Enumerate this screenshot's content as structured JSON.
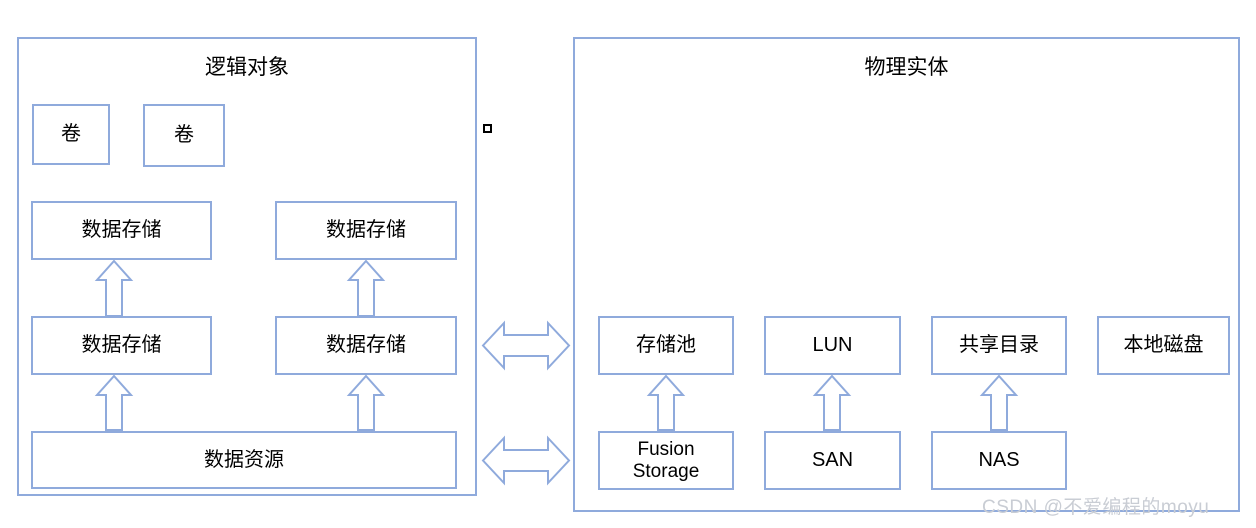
{
  "diagram": {
    "title_left": "逻辑对象",
    "title_right": "物理实体",
    "accent_color": "#8FAADC",
    "background_color": "#FFFFFF",
    "text_color": "#000000",
    "watermark": "CSDN @不爱编程的moyu"
  },
  "logical": {
    "panel_label": "逻辑对象",
    "volumes": [
      {
        "label": "卷"
      },
      {
        "label": "卷"
      }
    ],
    "datastores_upper": [
      {
        "label": "数据存储"
      },
      {
        "label": "数据存储"
      }
    ],
    "datastores_lower": [
      {
        "label": "数据存储"
      },
      {
        "label": "数据存储"
      }
    ],
    "data_resource": {
      "label": "数据资源"
    }
  },
  "physical": {
    "panel_label": "物理实体",
    "resources": [
      {
        "label": "存储池"
      },
      {
        "label": "LUN"
      },
      {
        "label": "共享目录"
      },
      {
        "label": "本地磁盘"
      }
    ],
    "backends": [
      {
        "label": "Fusion\nStorage",
        "line1": "Fusion",
        "line2": "Storage"
      },
      {
        "label": "SAN",
        "line1": "SAN",
        "line2": ""
      },
      {
        "label": "NAS",
        "line1": "NAS",
        "line2": ""
      }
    ]
  },
  "connectors": {
    "vertical_arrow_name": "up-arrow",
    "bidirectional_arrow_name": "bidirectional-arrow",
    "bidirectional_count": 2,
    "vertical_count": 7
  },
  "marker": {
    "name": "selection-handle"
  }
}
